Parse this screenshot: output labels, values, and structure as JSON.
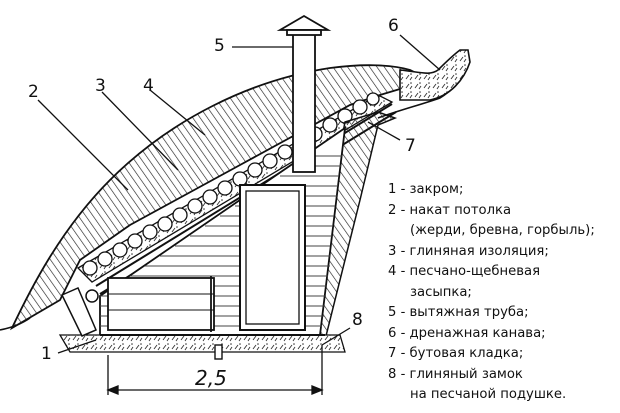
{
  "callouts": [
    "1",
    "2",
    "3",
    "4",
    "5",
    "6",
    "7",
    "8"
  ],
  "dimension": "2,5",
  "legend": [
    {
      "num": "1",
      "lines": [
        "закром;"
      ]
    },
    {
      "num": "2",
      "lines": [
        "накат потолка",
        "(жерди, бревна, горбыль);"
      ]
    },
    {
      "num": "3",
      "lines": [
        "глиняная изоляция;"
      ]
    },
    {
      "num": "4",
      "lines": [
        "песчано-щебневая",
        "засыпка;"
      ]
    },
    {
      "num": "5",
      "lines": [
        "вытяжная труба;"
      ]
    },
    {
      "num": "6",
      "lines": [
        "дренажная канава;"
      ]
    },
    {
      "num": "7",
      "lines": [
        "бутовая кладка;"
      ]
    },
    {
      "num": "8",
      "lines": [
        "глиняный замок",
        "на песчаной подушке."
      ]
    }
  ],
  "legend_separator": " - ",
  "colors": {
    "ink": "#1a1a1a",
    "paper": "#ffffff",
    "wood_light": "#e9e9e9"
  }
}
